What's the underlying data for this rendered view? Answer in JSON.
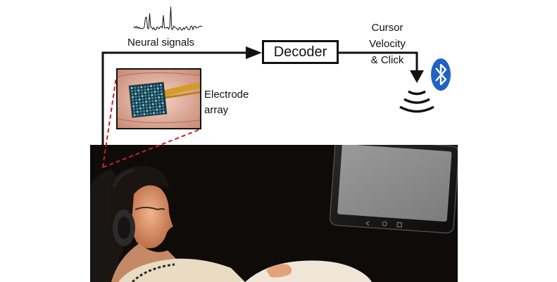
{
  "diagram": {
    "neural_signals_label": "Neural signals",
    "decoder_label": "Decoder",
    "cursor_lines": [
      "Cursor",
      "Velocity",
      "& Click"
    ],
    "electrode_lines": [
      "Electrode",
      "array"
    ]
  },
  "icons": {
    "bluetooth": "bluetooth-icon",
    "wireless": "wireless-signal-icon"
  },
  "colors": {
    "bluetooth_blue": "#1f63c4",
    "dashed_red": "#cc1f1f",
    "photo_background": "#0e0b09",
    "tablet_screen": "#8c8c8c"
  }
}
